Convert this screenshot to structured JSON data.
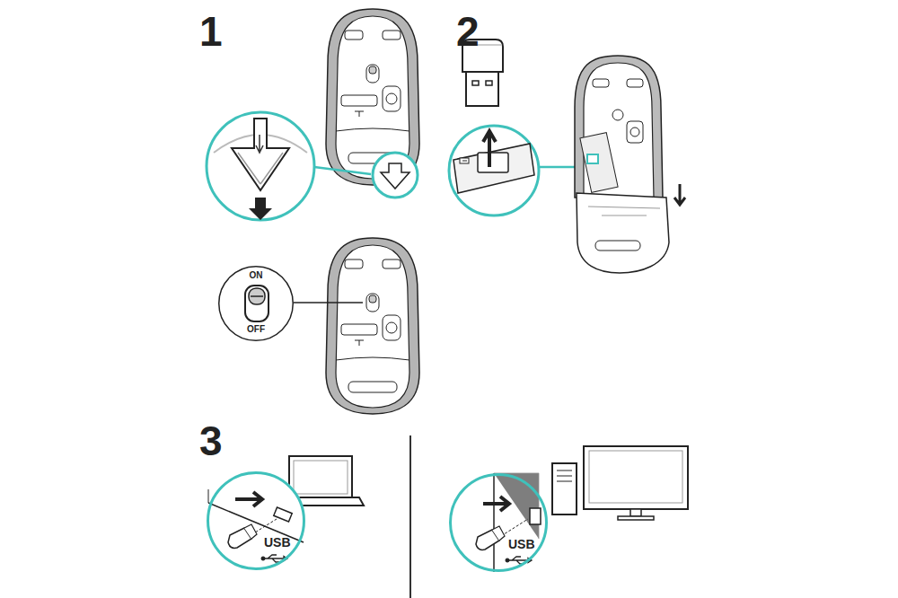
{
  "diagram": {
    "nodes": [
      {
        "text": [
          "ON",
          "OFF"
        ]
      },
      {
        "text": [
          "USB"
        ]
      },
      {
        "text": [
          "USB"
        ]
      }
    ],
    "labels": [
      "1",
      "2",
      "3"
    ]
  }
}
